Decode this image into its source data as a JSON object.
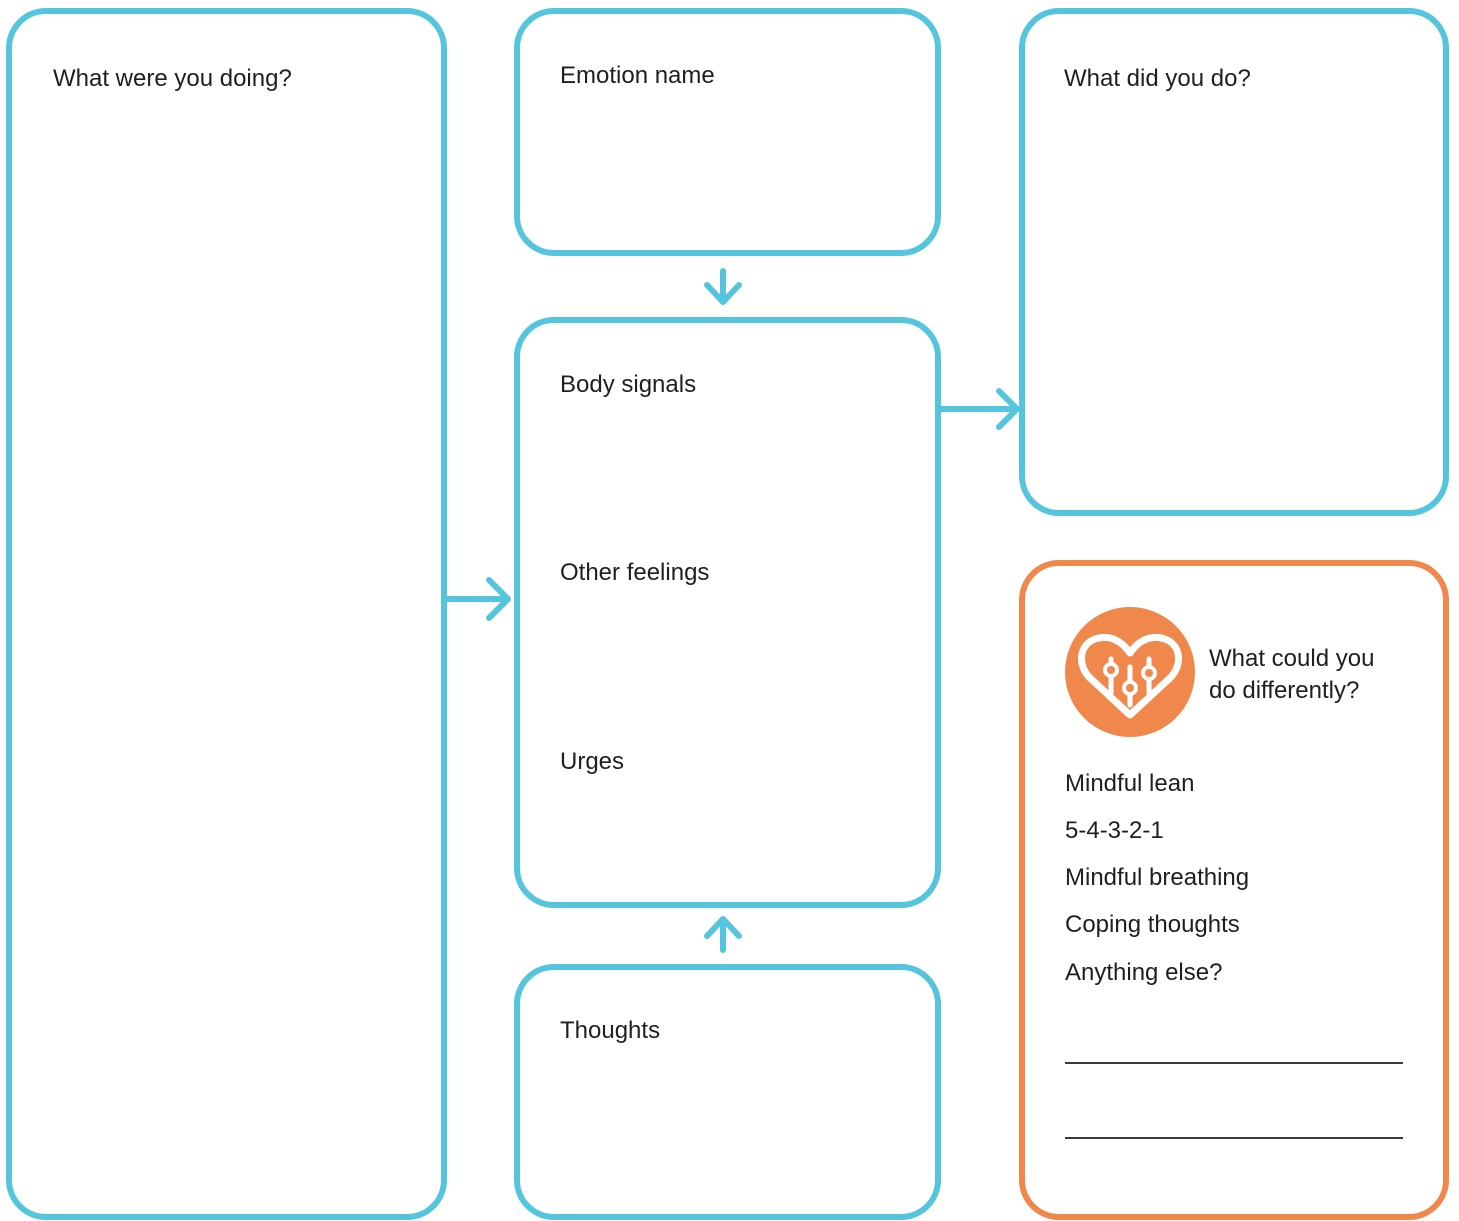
{
  "boxes": {
    "doing": {
      "label": "What were you doing?"
    },
    "emotion": {
      "label": "Emotion name"
    },
    "feelings": {
      "body_signals": "Body signals",
      "other_feelings": "Other feelings",
      "urges": "Urges"
    },
    "thoughts": {
      "label": "Thoughts"
    },
    "did": {
      "label": "What did you do?"
    },
    "differently": {
      "heading_line1": "What could you",
      "heading_line2": "do differently?",
      "options": [
        "Mindful lean",
        "5-4-3-2-1",
        "Mindful breathing",
        "Coping thoughts",
        "Anything else?"
      ]
    }
  },
  "colors": {
    "box_border": "#55c5dd",
    "accent_orange": "#f0874b",
    "text": "#1f1f1f"
  },
  "icons": {
    "badge": "heart-sliders-icon"
  }
}
